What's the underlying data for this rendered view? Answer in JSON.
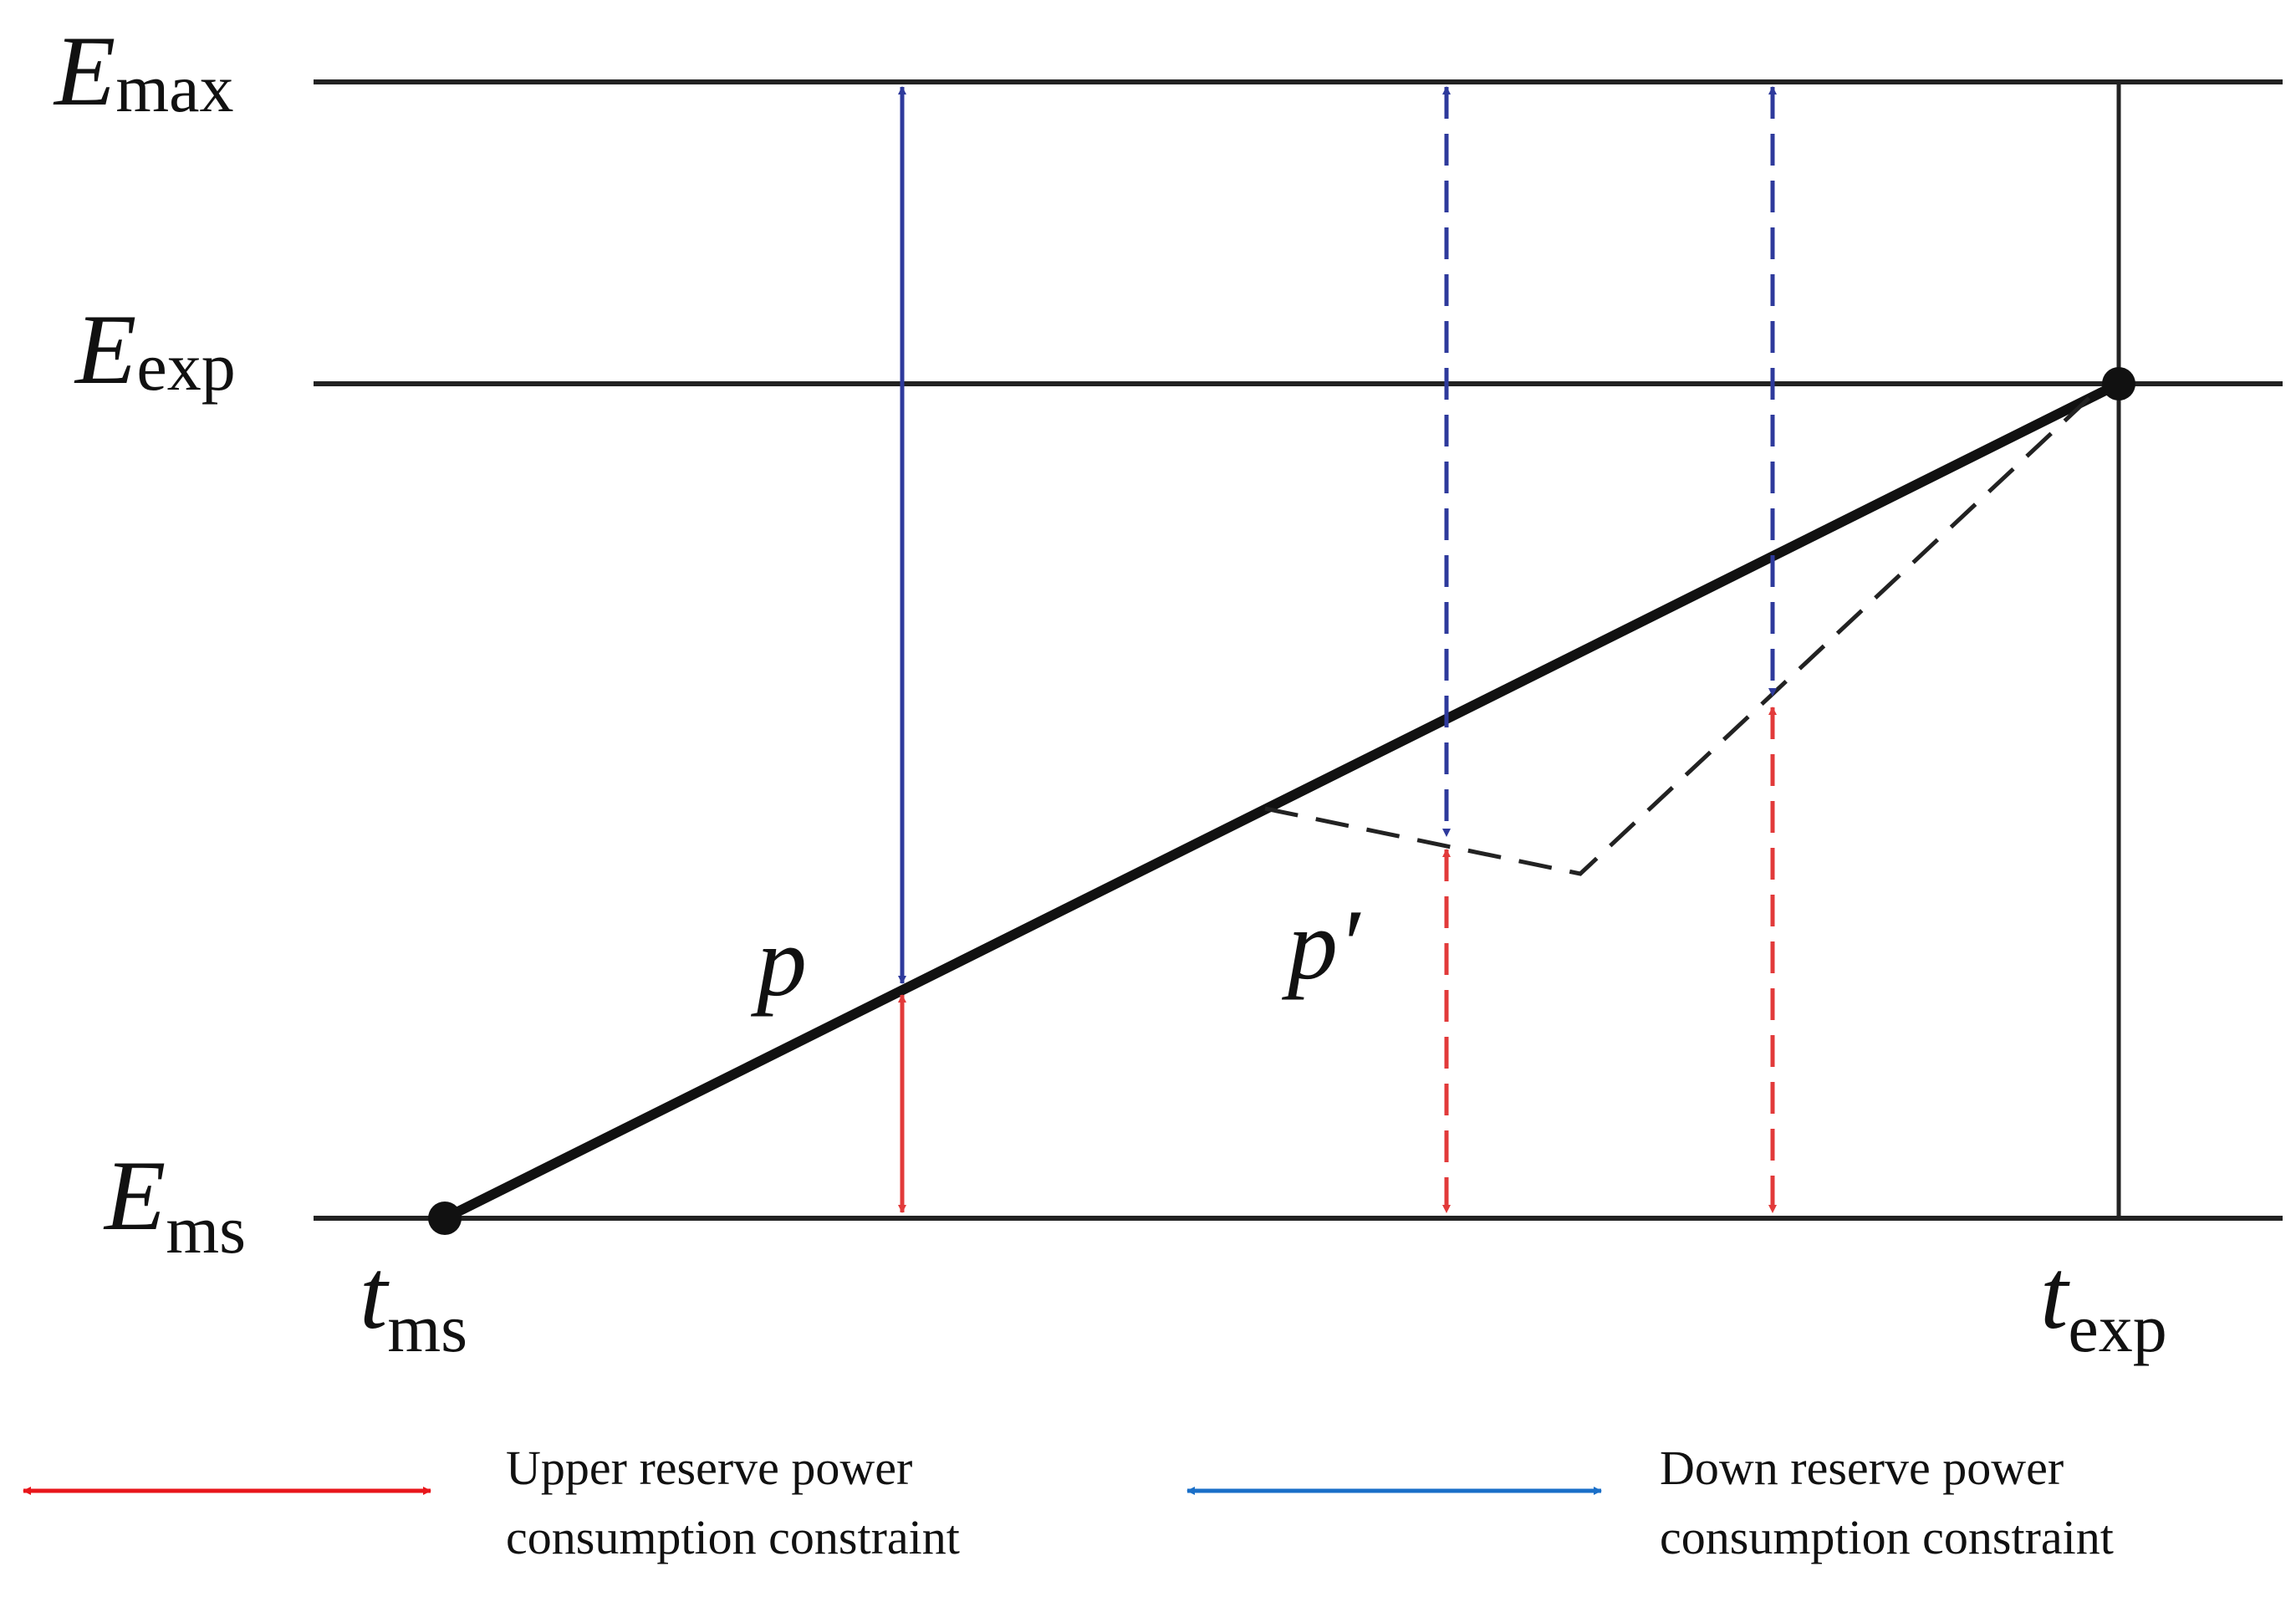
{
  "labels": {
    "e_max": {
      "main": "E",
      "sub": "max"
    },
    "e_exp": {
      "main": "E",
      "sub": "exp"
    },
    "e_ms": {
      "main": "E",
      "sub": "ms"
    },
    "t_ms": {
      "main": "t",
      "sub": "ms"
    },
    "t_exp": {
      "main": "t",
      "sub": "exp"
    },
    "p": "p",
    "p_prime": "p′"
  },
  "legend": {
    "upper": {
      "line1": "Upper reserve power",
      "line2": "consumption constraint",
      "color": "#e8161b"
    },
    "down": {
      "line1": "Down reserve power",
      "line2": "consumption constraint",
      "color": "#1a6fc8"
    }
  },
  "colors": {
    "arrow_blue": "#2e3a9c",
    "arrow_red": "#e23a3a",
    "line": "#222222"
  }
}
